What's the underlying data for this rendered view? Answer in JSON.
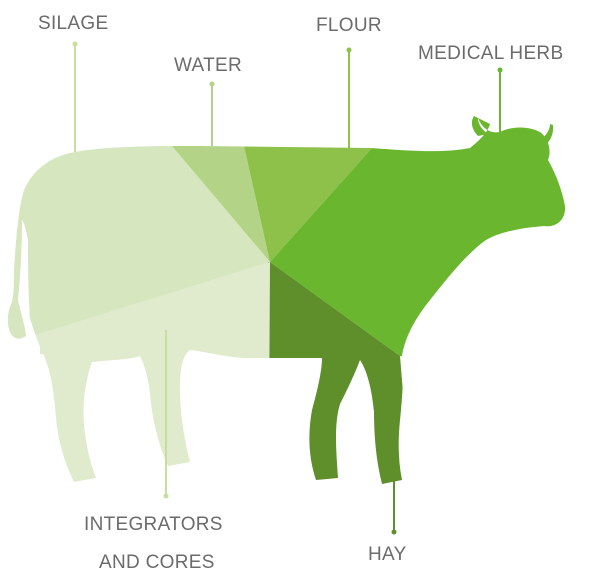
{
  "colors": {
    "silage": "#d6e6bf",
    "water": "#b3d487",
    "flour": "#8dc14a",
    "medical_herb": "#6ab62f",
    "hay": "#5e8f2a",
    "integrators": "#e0ebcd",
    "leader_line": "#b3d487",
    "label_text": "#6b6b6b"
  },
  "labels": {
    "silage": "SILAGE",
    "water": "WATER",
    "flour": "FLOUR",
    "medical_herb": "MEDICAL HERB",
    "integrators_line1": "INTEGRATORS",
    "integrators_line2": "AND CORES",
    "hay": "HAY"
  }
}
